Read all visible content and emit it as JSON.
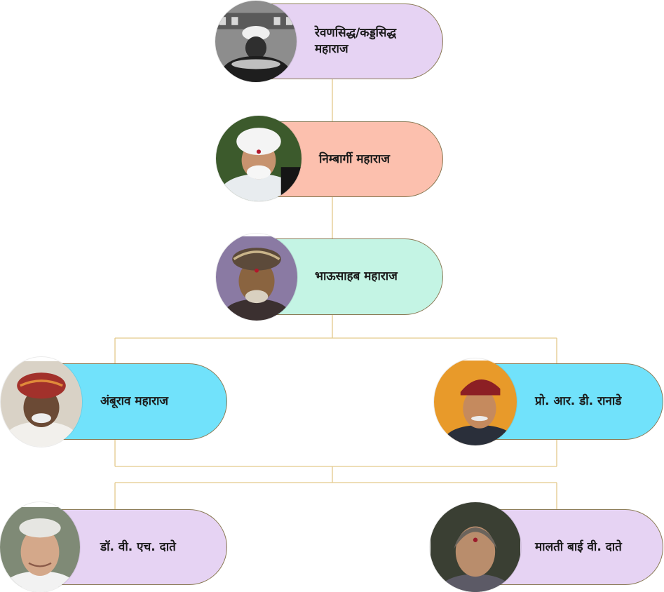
{
  "colors": {
    "connector": "#e3c98c",
    "pill_border": "#8a7a55",
    "lavender": "#e6d3f3",
    "salmon": "#fcc0ae",
    "mint": "#c4f4e4",
    "cyan": "#71e2fb"
  },
  "nodes": [
    {
      "id": "revansiddha",
      "label": "रेवणसिद्ध/कड्डसिद्ध\nमहाराज",
      "fill": "#e6d3f3",
      "portrait_icon": "portrait-icon"
    },
    {
      "id": "nimbargi",
      "label": "निम्बार्गी महाराज",
      "fill": "#fcc0ae",
      "portrait_icon": "portrait-icon"
    },
    {
      "id": "bhausaheb",
      "label": "भाऊसाहब महाराज",
      "fill": "#c4f4e4",
      "portrait_icon": "portrait-icon"
    },
    {
      "id": "amburao",
      "label": "अंबूराव महाराज",
      "fill": "#71e2fb",
      "portrait_icon": "portrait-icon"
    },
    {
      "id": "ranade",
      "label": "प्रो. आर. डी. रानाडे",
      "fill": "#71e2fb",
      "portrait_icon": "portrait-icon"
    },
    {
      "id": "date",
      "label": "डॉ. वी. एच. दाते",
      "fill": "#e6d3f3",
      "portrait_icon": "portrait-icon"
    },
    {
      "id": "malti",
      "label": "मालती बाई वी. दाते",
      "fill": "#e6d3f3",
      "portrait_icon": "portrait-icon"
    }
  ]
}
